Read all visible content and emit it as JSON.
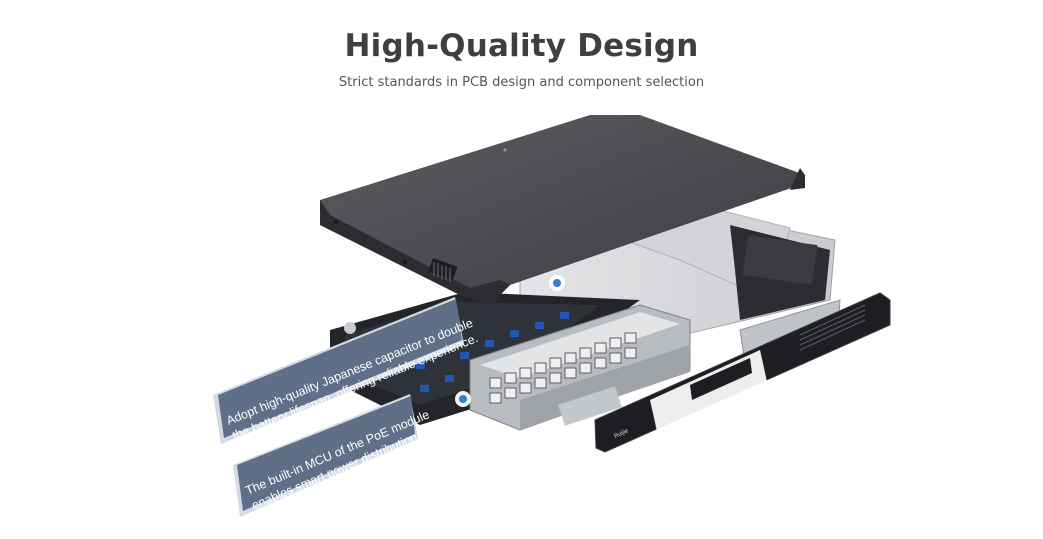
{
  "header": {
    "title": "High-Quality Design",
    "subtitle": "Strict standards in PCB design and component selection"
  },
  "device": {
    "brand_label": "Ruijie"
  },
  "callouts": [
    {
      "line1": "Adopt high-quality Japanese capacitor to double",
      "line2": "the battery lifespan, offering reliable experience."
    },
    {
      "line1": "The built-in MCU of the PoE module",
      "line2": "enables smart power distribution."
    }
  ],
  "colors": {
    "title": "#3f3f3f",
    "callout_fill": "#5f6f88",
    "callout_border": "#d4dae5",
    "marker": "#2f7fd6"
  }
}
